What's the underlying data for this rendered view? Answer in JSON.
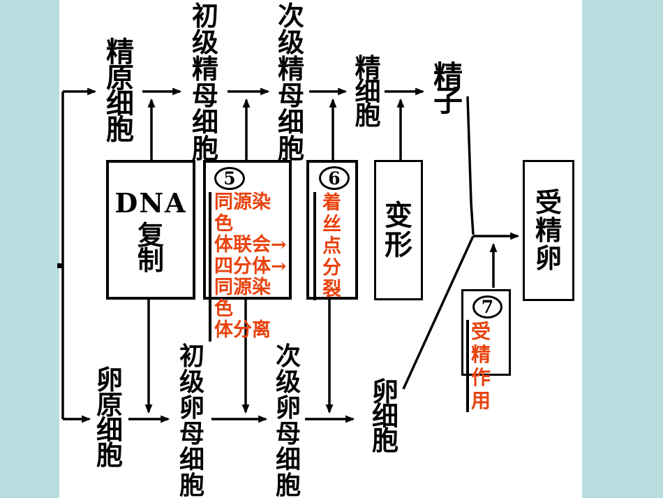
{
  "palette": {
    "panel_background": "#ffffff",
    "side_margins": "#b9dee0",
    "line_color": "#000000",
    "annotation_red": "#e8420e"
  },
  "top_row": {
    "spermatogonium": "精\n原\n细\n胞",
    "primary_spermatocyte": "初\n级\n精\n母\n细\n胞",
    "secondary_spermatocyte": "次\n级\n精\n母\n细\n胞",
    "spermatid": "精\n细\n胞",
    "sperm": "精\n子"
  },
  "bottom_row": {
    "oogonium": "卵\n原\n细\n胞",
    "primary_oocyte": "初\n级\n卵\n母\n细\n胞",
    "secondary_oocyte": "次\n级\n卵\n母\n细\n胞",
    "egg_cell": "卵\n细\n胞"
  },
  "boxes": {
    "dna_replication": {
      "line1": "DNA",
      "line2": "复\n制"
    },
    "step5": {
      "number": "5",
      "note": "同源染色\n体联会→\n四分体→\n同源染色\n体分离"
    },
    "step6": {
      "number": "6",
      "note": "着\n丝\n点\n分\n裂"
    },
    "transformation": {
      "label": "变\n形"
    },
    "step7": {
      "number": "7",
      "note": "受精\n作用"
    },
    "fertilized_egg": {
      "label": "受\n精\n卵"
    }
  }
}
